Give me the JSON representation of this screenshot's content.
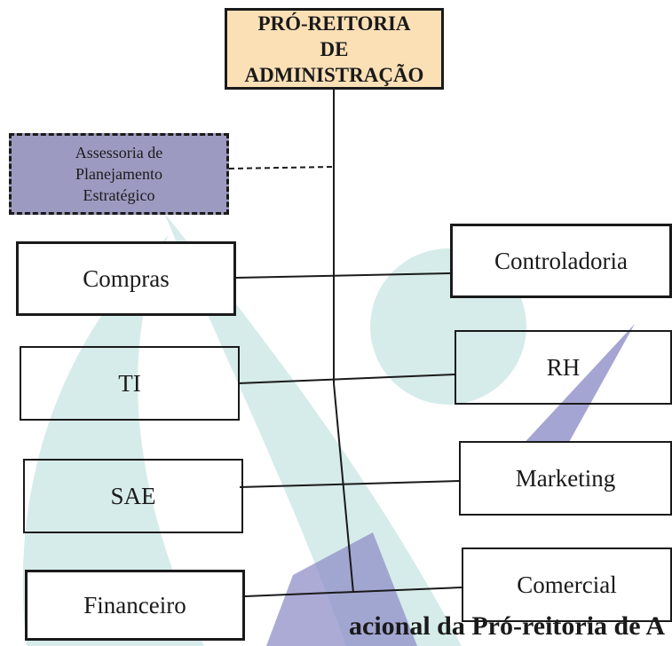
{
  "top_node": {
    "label": "PRÓ-REITORIA\nDE\nADMINISTRAÇÃO"
  },
  "staff_node": {
    "label": "Assessoria de\nPlanejamento\nEstratégico"
  },
  "left_nodes": [
    {
      "label": "Compras"
    },
    {
      "label": "TI"
    },
    {
      "label": "SAE"
    },
    {
      "label": "Financeiro"
    }
  ],
  "right_nodes": [
    {
      "label": "Controladoria"
    },
    {
      "label": "RH"
    },
    {
      "label": "Marketing"
    },
    {
      "label": "Comercial"
    }
  ],
  "caption": "acional da Pró-reitoria de A",
  "colors": {
    "top_fill": "#fbe0b6",
    "staff_fill": "#9d9ac1",
    "watermark": "#cfe9e6",
    "watermark_accent": "#8f8fc8"
  }
}
